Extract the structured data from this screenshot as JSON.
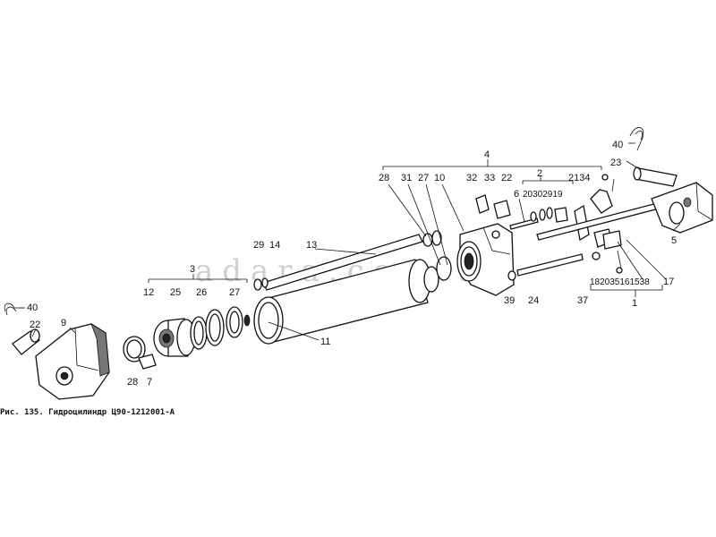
{
  "caption": "Рис. 135. Гидроцилиндр Ц90-1212001-А",
  "watermark": "adara.com.ua",
  "callouts": {
    "c1": "1",
    "c2": "2",
    "c3": "3",
    "c4": "4",
    "c5": "5",
    "c6": "6",
    "c7": "7",
    "c9": "9",
    "c10": "10",
    "c11": "11",
    "c12": "12",
    "c13": "13",
    "c14": "14",
    "c17": "17",
    "c21_34": "2134",
    "c22_left": "22",
    "c22_top": "22",
    "c23": "23",
    "c24": "24",
    "c25": "25",
    "c26": "26",
    "c27_left": "27",
    "c27_top": "27",
    "c28_top": "28",
    "c28_left": "28",
    "c29_left": "29",
    "c20_30_29_19": "20302919",
    "c31": "31",
    "c32": "32",
    "c33": "33",
    "c37": "37",
    "c39": "39",
    "c40_left": "40",
    "c40_right": "40",
    "c18_20_35_16_15_38": "182035161538"
  }
}
